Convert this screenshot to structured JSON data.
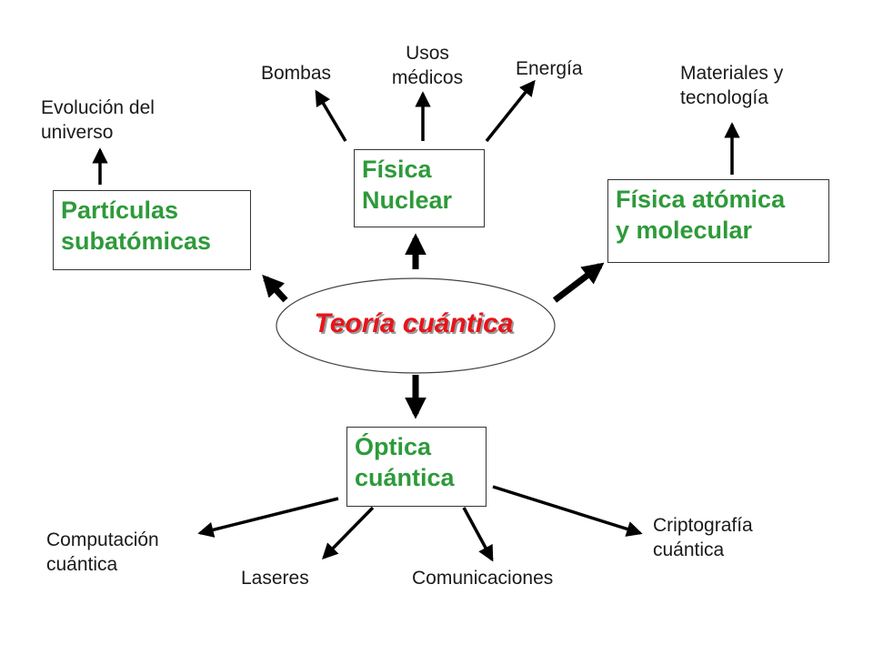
{
  "center": {
    "label": "Teoría cuántica",
    "text_color": "#e8141b",
    "fill_color": "#ffffff"
  },
  "boxes": {
    "nuclear": [
      "Física",
      "Nuclear"
    ],
    "subatomic": [
      "Partículas",
      "subatómicas"
    ],
    "atomic": [
      "Física atómica",
      "y molecular"
    ],
    "optics": [
      "Óptica",
      "cuántica"
    ],
    "text_color": "#2e9a3a"
  },
  "applications": {
    "nuclear": {
      "bombs": "Bombas",
      "medical": [
        "Usos",
        "médicos"
      ],
      "energy": "Energía"
    },
    "subatomic": {
      "universe": [
        "Evolución del",
        "universo"
      ]
    },
    "atomic": {
      "materials": [
        "Materiales y",
        "tecnología"
      ]
    },
    "optics": {
      "computing": [
        "Computación",
        "cuántica"
      ],
      "lasers": "Laseres",
      "communications": "Comunicaciones",
      "cryptography": [
        "Criptografía",
        "cuántica"
      ]
    }
  }
}
